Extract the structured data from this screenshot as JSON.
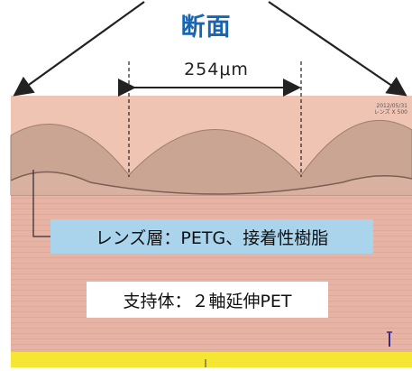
{
  "title": "断面",
  "dimension_label": "254μm",
  "microscope_stamp": {
    "date": "2012/05/31",
    "info": "レンズ X 500"
  },
  "labels": {
    "lens_layer": "レンズ層：PETG、接着性樹脂",
    "support": "支持体：２軸延伸PET"
  },
  "colors": {
    "title": "#1a65b0",
    "lens_label_bg": "#a9d4ec",
    "bottom_band": "#f5e633"
  }
}
